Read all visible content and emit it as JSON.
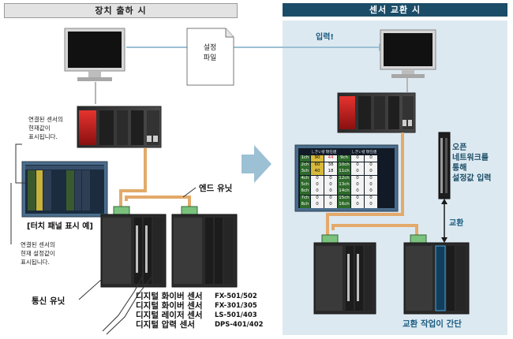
{
  "left_header": "장치 출하 시",
  "right_header": "센서 교환 시",
  "settings_file": {
    "line1": "설정",
    "line2": "파일"
  },
  "input_label": "입력!",
  "note_current": {
    "line1": "연결된 센서의",
    "line2": "현재값이",
    "line3": "표시됩니다."
  },
  "touch_panel_label": "[터치 패널 표시 예]",
  "note_setting": {
    "line1": "연결된 센서의",
    "line2": "현재 설정값이",
    "line3": "표시됩니다."
  },
  "end_unit_label": "엔드 유닛",
  "comm_unit_label": "통신 유닛",
  "sensors": [
    {
      "name": "디지털 화이버 센서",
      "model": "FX-501/502"
    },
    {
      "name": "디지털 화이버 센서",
      "model": "FX-301/305"
    },
    {
      "name": "디지털 레이저 센서",
      "model": "LS-501/403"
    },
    {
      "name": "디지털 압력 센서",
      "model": "DPS-401/402"
    }
  ],
  "open_network": {
    "line1": "오픈",
    "line2": "네트워크를",
    "line3": "통해",
    "line4": "설정값 입력"
  },
  "exchange_label": "교환",
  "easy_replace_label": "교환 작업이 간단",
  "colors": {
    "header_dark": "#1b4d68",
    "panel_bg": "#dde9f1",
    "cable": "#e3aa6a",
    "arrow": "#9cc0d4",
    "label_blue": "#1a5c80"
  },
  "panel_table": {
    "col_headers": [
      "しきい値",
      "現在値",
      "しきい値",
      "現在値"
    ],
    "rows": [
      {
        "l_ch": "1ch",
        "l_thr": "90",
        "l_val": "44",
        "r_ch": "9ch",
        "r_thr": "0",
        "r_val": "0"
      },
      {
        "l_ch": "2ch",
        "l_thr": "60",
        "l_val": "38",
        "r_ch": "10ch",
        "r_thr": "0",
        "r_val": "0"
      },
      {
        "l_ch": "3ch",
        "l_thr": "40",
        "l_val": "18",
        "r_ch": "11ch",
        "r_thr": "0",
        "r_val": "0"
      },
      {
        "l_ch": "4ch",
        "l_thr": "0",
        "l_val": "0",
        "r_ch": "12ch",
        "r_thr": "0",
        "r_val": "0"
      },
      {
        "l_ch": "5ch",
        "l_thr": "0",
        "l_val": "0",
        "r_ch": "13ch",
        "r_thr": "0",
        "r_val": "0"
      },
      {
        "l_ch": "6ch",
        "l_thr": "0",
        "l_val": "0",
        "r_ch": "14ch",
        "r_thr": "0",
        "r_val": "0"
      },
      {
        "l_ch": "7ch",
        "l_thr": "0",
        "l_val": "0",
        "r_ch": "15ch",
        "r_thr": "0",
        "r_val": "0"
      },
      {
        "l_ch": "8ch",
        "l_thr": "0",
        "l_val": "0",
        "r_ch": "16ch",
        "r_thr": "0",
        "r_val": "0"
      }
    ]
  }
}
